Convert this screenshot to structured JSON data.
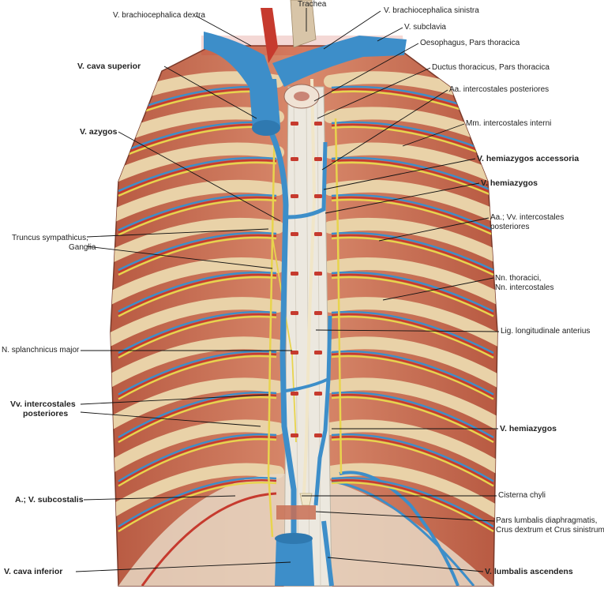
{
  "labels": {
    "trachea": "Trachea",
    "v_brachio_dextra": "V. brachiocephalica dextra",
    "v_brachio_sinistra": "V. brachiocephalica sinistra",
    "v_subclavia": "V. subclavia",
    "oesophagus": "Oesophagus, Pars thoracica",
    "ductus_thoracicus": "Ductus thoracicus, Pars thoracica",
    "aa_intercostales_post": "Aa. intercostales posteriores",
    "mm_intercostales": "Mm. intercostales interni",
    "v_cava_superior": "V. cava superior",
    "v_azygos": "V. azygos",
    "v_hemiazygos_accessoria": "V. hemiazygos accessoria",
    "v_hemiazygos_1": "V. hemiazygos",
    "aa_vv_intercostales_1": "Aa.; Vv. intercostales",
    "aa_vv_intercostales_2": "posteriores",
    "truncus_1": "Truncus sympathicus,",
    "truncus_2": "Ganglia",
    "nn_thoracici_1": "Nn. thoracici,",
    "nn_thoracici_2": "Nn. intercostales",
    "lig_longitudinale": "Lig. longitudinale anterius",
    "n_splanchnicus": "N. splanchnicus major",
    "vv_intercostales_1": "Vv. intercostales",
    "vv_intercostales_2": "posteriores",
    "v_hemiazygos_2": "V. hemiazygos",
    "a_v_subcostalis": "A.; V. subcostalis",
    "cisterna_chyli": "Cisterna chyli",
    "pars_lumbalis_1": "Pars lumbalis diaphragmatis,",
    "pars_lumbalis_2": "Crus dextrum et Crus sinistrum",
    "v_cava_inferior": "V. cava inferior",
    "v_lumbalis_ascendens": "V. lumbalis ascendens"
  },
  "colors": {
    "vein": "#3d8ec9",
    "artery": "#c63a2e",
    "nerve": "#e8d44d",
    "muscle": "#c96f55",
    "rib": "#e9d2a8",
    "spine": "#ece8df",
    "leader": "#111111"
  }
}
